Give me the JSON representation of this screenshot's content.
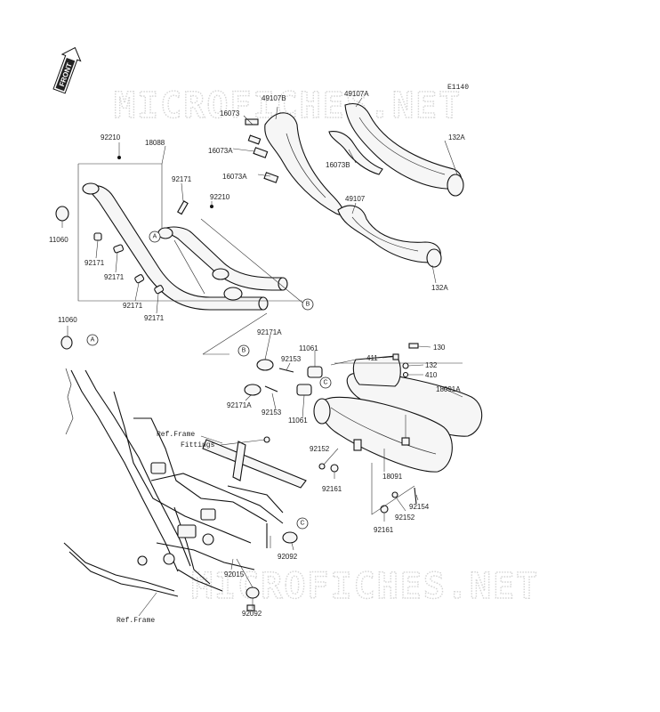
{
  "watermark": "MICROFICHES.NET",
  "diagram_code": "E1140",
  "front_label": "FRONT",
  "parts": [
    {
      "id": "p49107B",
      "text": "49107B"
    },
    {
      "id": "p49107A",
      "text": "49107A"
    },
    {
      "id": "p16073",
      "text": "16073"
    },
    {
      "id": "p16073A_1",
      "text": "16073A"
    },
    {
      "id": "p16073A_2",
      "text": "16073A"
    },
    {
      "id": "p16073B",
      "text": "16073B"
    },
    {
      "id": "p132A_1",
      "text": "132A"
    },
    {
      "id": "p49107",
      "text": "49107"
    },
    {
      "id": "p132A_2",
      "text": "132A"
    },
    {
      "id": "p92210_1",
      "text": "92210"
    },
    {
      "id": "p18088",
      "text": "18088"
    },
    {
      "id": "p92171_1",
      "text": "92171"
    },
    {
      "id": "p92210_2",
      "text": "92210"
    },
    {
      "id": "p11060_1",
      "text": "11060"
    },
    {
      "id": "p92171_2",
      "text": "92171"
    },
    {
      "id": "p92171_3",
      "text": "92171"
    },
    {
      "id": "p92171_4",
      "text": "92171"
    },
    {
      "id": "p92171_5",
      "text": "92171"
    },
    {
      "id": "p11060_2",
      "text": "11060"
    },
    {
      "id": "p92171A_1",
      "text": "92171A"
    },
    {
      "id": "p11061_1",
      "text": "11061"
    },
    {
      "id": "p92153_1",
      "text": "92153"
    },
    {
      "id": "p92171A_2",
      "text": "92171A"
    },
    {
      "id": "p92153_2",
      "text": "92153"
    },
    {
      "id": "p11061_2",
      "text": "11061"
    },
    {
      "id": "p411",
      "text": "411"
    },
    {
      "id": "p130",
      "text": "130"
    },
    {
      "id": "p132",
      "text": "132"
    },
    {
      "id": "p410",
      "text": "410"
    },
    {
      "id": "p18091A",
      "text": "18091A"
    },
    {
      "id": "pRefFrame1",
      "text": "Ref.Frame"
    },
    {
      "id": "pFittings",
      "text": "Fittings"
    },
    {
      "id": "p92152_1",
      "text": "92152"
    },
    {
      "id": "p92161_1",
      "text": "92161"
    },
    {
      "id": "p18091",
      "text": "18091"
    },
    {
      "id": "p92154",
      "text": "92154"
    },
    {
      "id": "p92152_2",
      "text": "92152"
    },
    {
      "id": "p92161_2",
      "text": "92161"
    },
    {
      "id": "p92092_1",
      "text": "92092"
    },
    {
      "id": "p92015",
      "text": "92015"
    },
    {
      "id": "p92092_2",
      "text": "92092"
    },
    {
      "id": "pRefFrame2",
      "text": "Ref.Frame"
    }
  ],
  "connectors": [
    "A",
    "B",
    "C",
    "A",
    "B",
    "C"
  ]
}
